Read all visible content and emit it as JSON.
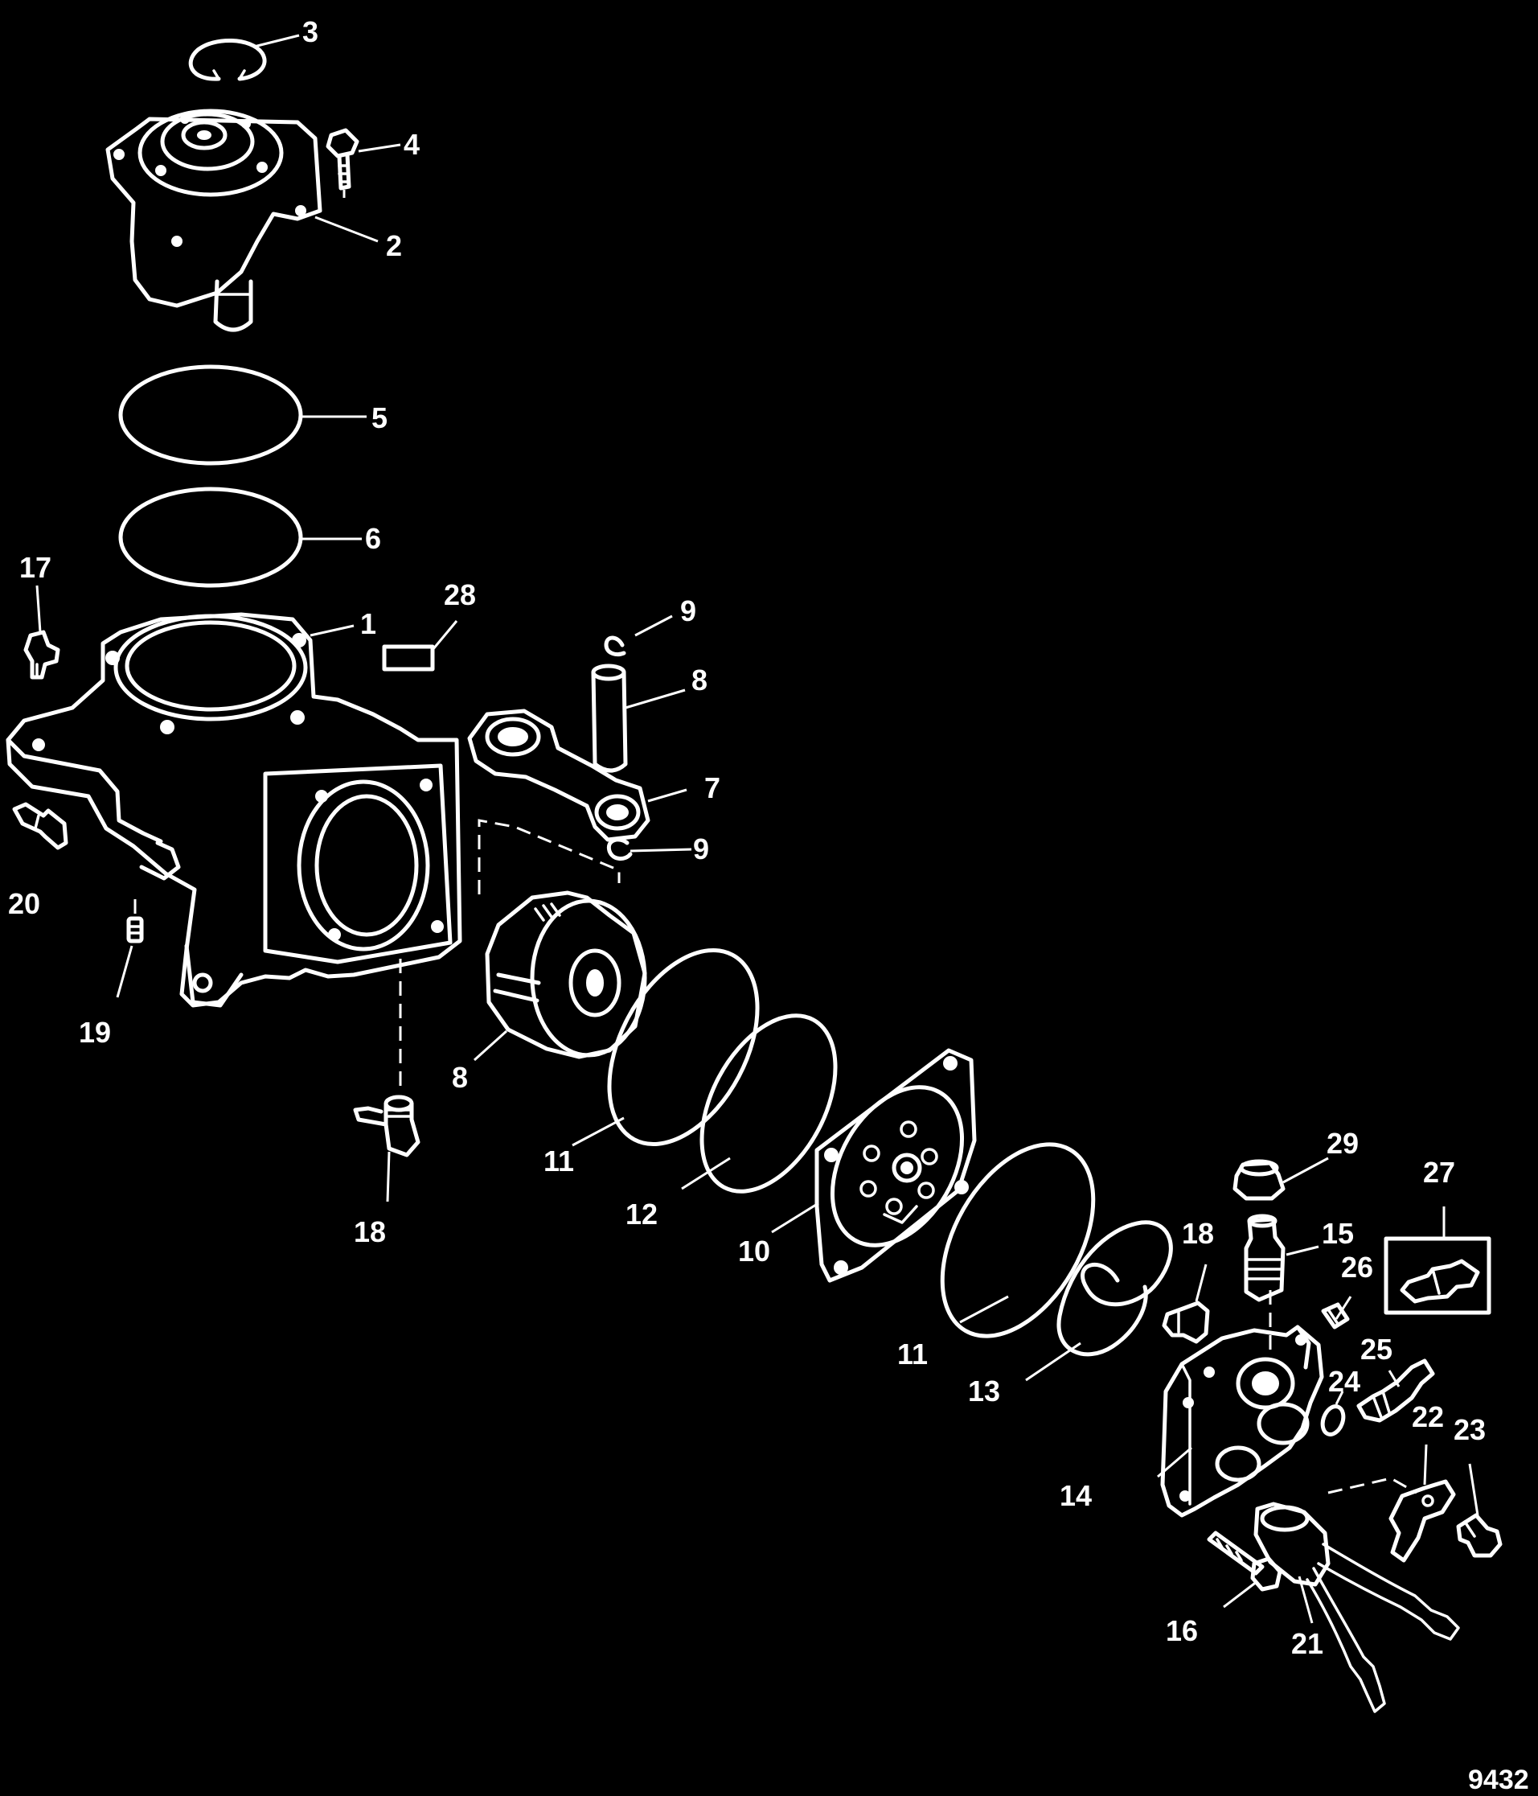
{
  "callouts": [
    {
      "id": "c3",
      "label": "3"
    },
    {
      "id": "c4",
      "label": "4"
    },
    {
      "id": "c2",
      "label": "2"
    },
    {
      "id": "c5",
      "label": "5"
    },
    {
      "id": "c6",
      "label": "6"
    },
    {
      "id": "c17",
      "label": "17"
    },
    {
      "id": "c1",
      "label": "1"
    },
    {
      "id": "c28",
      "label": "28"
    },
    {
      "id": "c9a",
      "label": "9"
    },
    {
      "id": "c8a",
      "label": "8"
    },
    {
      "id": "c7",
      "label": "7"
    },
    {
      "id": "c9b",
      "label": "9"
    },
    {
      "id": "c20",
      "label": "20"
    },
    {
      "id": "c19",
      "label": "19"
    },
    {
      "id": "c8b",
      "label": "8"
    },
    {
      "id": "c11a",
      "label": "11"
    },
    {
      "id": "c12",
      "label": "12"
    },
    {
      "id": "c10",
      "label": "10"
    },
    {
      "id": "c18a",
      "label": "18"
    },
    {
      "id": "c29",
      "label": "29"
    },
    {
      "id": "c27",
      "label": "27"
    },
    {
      "id": "c18b",
      "label": "18"
    },
    {
      "id": "c15",
      "label": "15"
    },
    {
      "id": "c26",
      "label": "26"
    },
    {
      "id": "c11b",
      "label": "11"
    },
    {
      "id": "c13",
      "label": "13"
    },
    {
      "id": "c25",
      "label": "25"
    },
    {
      "id": "c24",
      "label": "24"
    },
    {
      "id": "c22",
      "label": "22"
    },
    {
      "id": "c23",
      "label": "23"
    },
    {
      "id": "c14",
      "label": "14"
    },
    {
      "id": "c16",
      "label": "16"
    },
    {
      "id": "c21",
      "label": "21"
    }
  ],
  "figure_number": "9432",
  "colors": {
    "background": "#000000",
    "line_art": "#ffffff"
  }
}
